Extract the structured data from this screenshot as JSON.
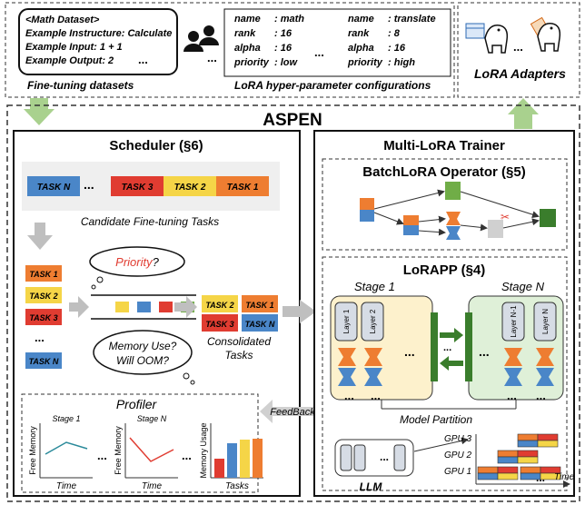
{
  "top": {
    "dataset_card": {
      "lines": [
        "<Math Dataset>",
        "Example Instructure: Calculate",
        "Example Input: 1 + 1",
        "Example Output: 2"
      ],
      "ellipsis": "..."
    },
    "fine_tuning_label": "Fine-tuning datasets",
    "hyper_config": {
      "col1": [
        [
          "name",
          ": math"
        ],
        [
          "rank",
          ": 16"
        ],
        [
          "alpha",
          ": 16"
        ],
        [
          "priority",
          ": low"
        ]
      ],
      "col2": [
        [
          "name",
          ": translate"
        ],
        [
          "rank",
          ": 8"
        ],
        [
          "alpha",
          ": 16"
        ],
        [
          "priority",
          ": high"
        ]
      ],
      "ellipsis": "...",
      "users_ellipsis": "..."
    },
    "hyper_label": "LoRA hyper-parameter configurations",
    "adapters_label": "LoRA Adapters",
    "adapters_ellipsis": "..."
  },
  "aspen_title": "ASPEN",
  "scheduler": {
    "title": "Scheduler (§6)",
    "candidate_tasks": [
      {
        "label": "TASK N",
        "color": "#4a86c8"
      },
      {
        "label": "TASK 3",
        "color": "#e03c31"
      },
      {
        "label": "TASK 2",
        "color": "#f5d547"
      },
      {
        "label": "TASK 1",
        "color": "#ee7d31"
      }
    ],
    "candidate_ellipsis": "...",
    "candidate_label": "Candidate Fine-tuning Tasks",
    "queue_tasks": [
      {
        "label": "TASK 1",
        "color": "#ee7d31"
      },
      {
        "label": "TASK 2",
        "color": "#f5d547"
      },
      {
        "label": "TASK 3",
        "color": "#e03c31"
      },
      {
        "label": "...",
        "color": ""
      },
      {
        "label": "TASK N",
        "color": "#4a86c8"
      }
    ],
    "priority_prefix": "Priority",
    "priority_suffix": "?",
    "memory_line1": "Memory Use?",
    "memory_line2": "Will OOM?",
    "consolidated": [
      {
        "label": "TASK 2",
        "color": "#f5d547"
      },
      {
        "label": "TASK 1",
        "color": "#ee7d31"
      },
      {
        "label": "TASK 3",
        "color": "#e03c31"
      },
      {
        "label": "TASK N",
        "color": "#4a86c8"
      }
    ],
    "consolidated_label_1": "Consolidated",
    "consolidated_label_2": "Tasks",
    "colors": {
      "blue": "#4a86c8",
      "red": "#e03c31",
      "yellow": "#f5d547",
      "orange": "#ee7d31",
      "green": "#70ad47"
    }
  },
  "profiler": {
    "title": "Profiler",
    "charts": [
      {
        "title": "Stage 1",
        "ylabel": "Free Memory",
        "xlabel": "Time"
      },
      {
        "title": "Stage N",
        "ylabel": "Free Memory",
        "xlabel": "Time"
      },
      {
        "title": "",
        "ylabel": "Memory Usage",
        "xlabel": "Tasks"
      }
    ],
    "ellipsis": "...",
    "feedback": "FeedBack"
  },
  "trainer": {
    "title": "Multi-LoRA Trainer",
    "batchlora": "BatchLoRA Operator (§5)",
    "lorapp": "LoRAPP (§4)",
    "stage1": "Stage 1",
    "stageN": "Stage N",
    "layers_stage1": [
      "Layer 1",
      "Layer 2"
    ],
    "layers_stageN": [
      "Layer N-1",
      "Layer N"
    ],
    "ellipsis": "...",
    "model_partition": "Model Partition",
    "llm": "LLM",
    "gpus": [
      "GPU 3",
      "GPU 2",
      "GPU 1"
    ],
    "time": "Time"
  }
}
